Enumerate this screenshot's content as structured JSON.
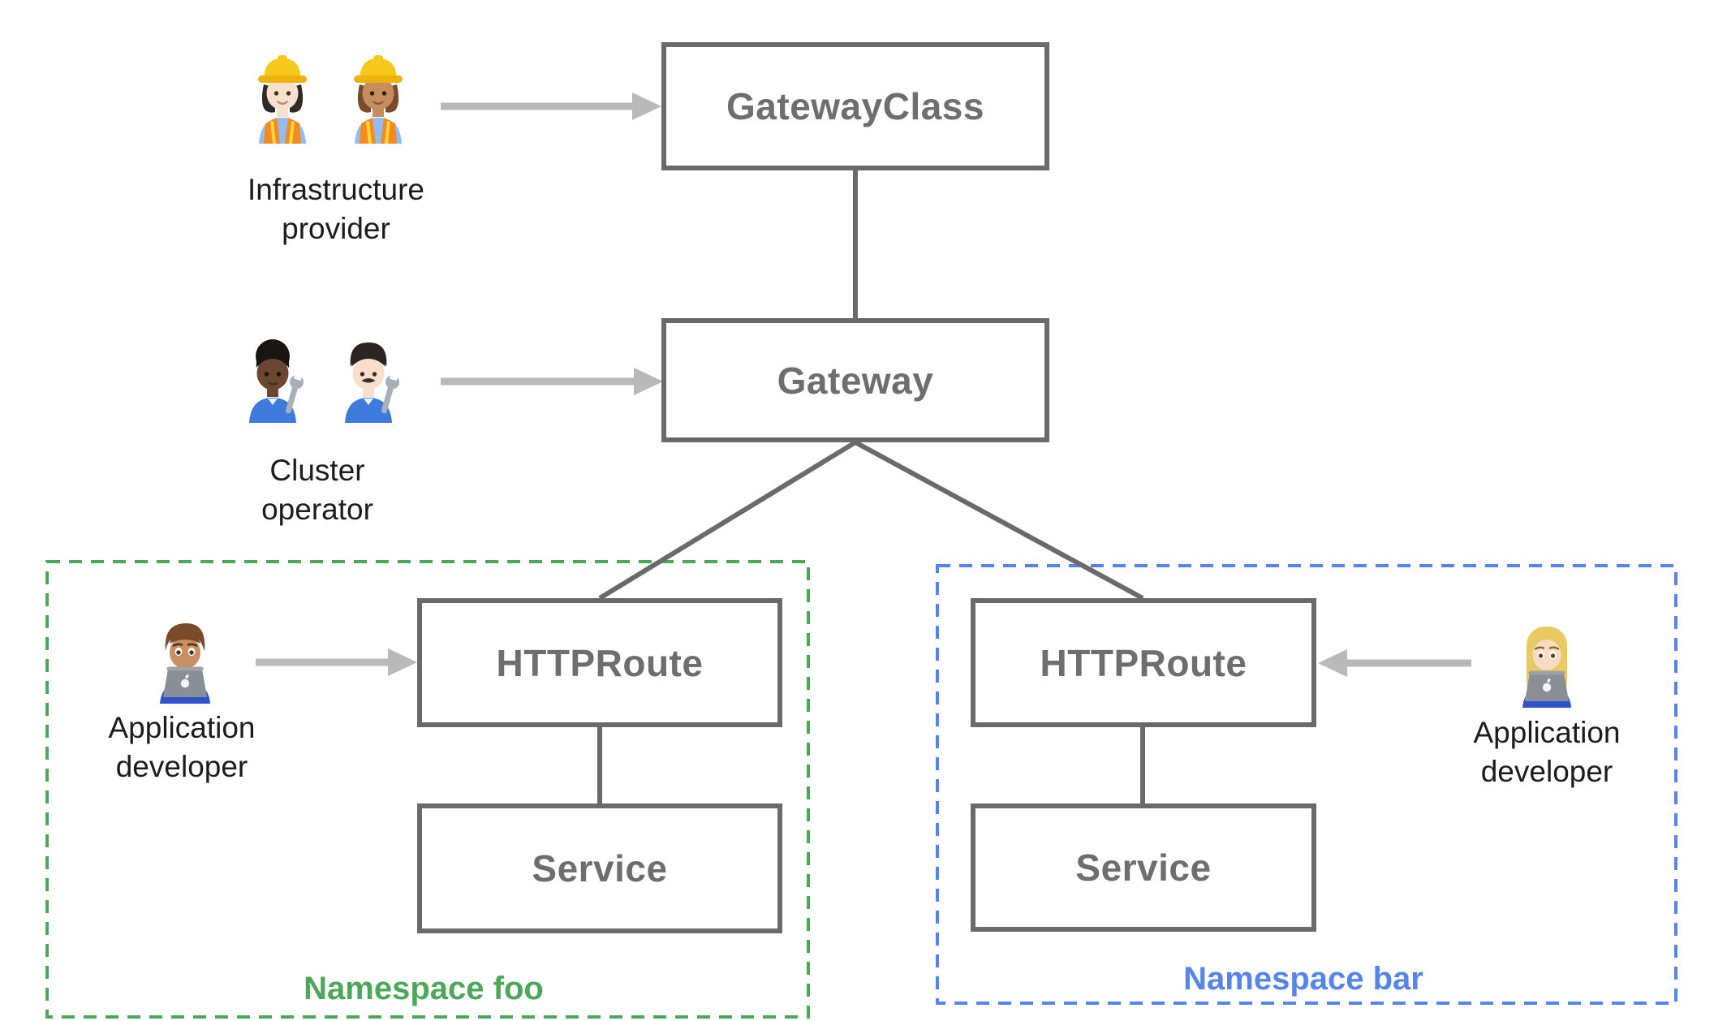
{
  "boxes": {
    "gatewayclass": "GatewayClass",
    "gateway": "Gateway",
    "httproute_foo": "HTTPRoute",
    "service_foo": "Service",
    "httproute_bar": "HTTPRoute",
    "service_bar": "Service"
  },
  "namespaces": {
    "foo": {
      "label": "Namespace foo"
    },
    "bar": {
      "label": "Namespace bar"
    }
  },
  "personas": {
    "infrastructure_provider": {
      "line1": "Infrastructure",
      "line2": "provider",
      "icon": "woman-construction-worker-emojis",
      "emoji": "👷🏻‍♀️👷🏽‍♀️"
    },
    "cluster_operator": {
      "line1": "Cluster",
      "line2": "operator",
      "icon": "mechanic-emojis",
      "emoji": "🧑🏿‍🔧👨🏻‍🔧"
    },
    "app_developer_foo": {
      "line1": "Application",
      "line2": "developer",
      "icon": "man-technologist-emoji",
      "emoji": "👨🏽‍💻"
    },
    "app_developer_bar": {
      "line1": "Application",
      "line2": "developer",
      "icon": "woman-technologist-emoji",
      "emoji": "👩🏼‍💻"
    }
  },
  "colors": {
    "line": "#6a6a6a",
    "box-text": "#6e6e6e",
    "arrow": "#b9b9b9",
    "green": "#4CA75A",
    "blue": "#5585E8",
    "label-text": "#1c1c1c"
  }
}
